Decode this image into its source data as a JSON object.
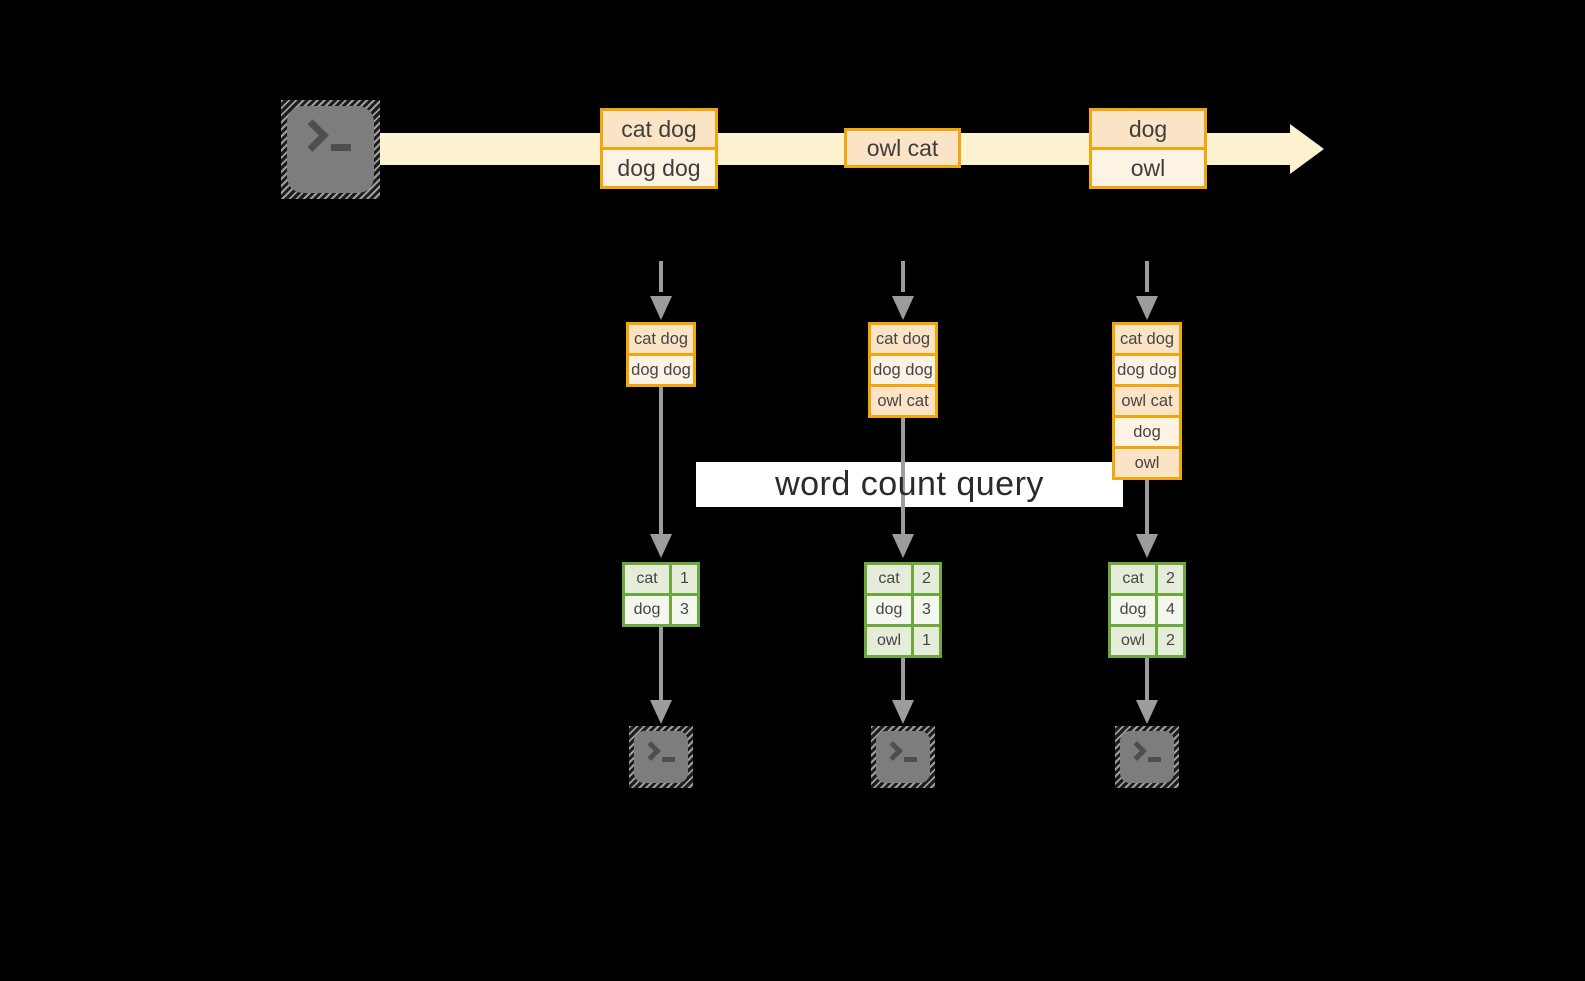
{
  "title": "word count query streaming diagram",
  "colors": {
    "background": "#000000",
    "stream_band": "#fcf2d0",
    "record_border": "#f2a60d",
    "record_fill_dark": "#fbe3c5",
    "record_fill_light": "#fdf3e5",
    "table_border": "#6ea73e",
    "table_fill_dark": "#e5edda",
    "table_fill_light": "#f3f7ed",
    "arrow_gray": "#9c9c9c",
    "terminal_gray": "#7d7d7d",
    "banner_bg": "#ffffff",
    "text": "#3e3e3e"
  },
  "icons": {
    "source": "terminal-prompt-icon",
    "outputs": "terminal-prompt-icon"
  },
  "stream": {
    "batches": [
      {
        "lines": [
          "cat dog",
          "dog dog"
        ]
      },
      {
        "lines": [
          "owl cat"
        ]
      },
      {
        "lines": [
          "dog",
          "owl"
        ]
      }
    ]
  },
  "query_label": "word count query",
  "columns": [
    {
      "buffer": [
        "cat dog",
        "dog dog"
      ],
      "counts": [
        [
          "cat",
          "1"
        ],
        [
          "dog",
          "3"
        ]
      ]
    },
    {
      "buffer": [
        "cat dog",
        "dog dog",
        "owl cat"
      ],
      "counts": [
        [
          "cat",
          "2"
        ],
        [
          "dog",
          "3"
        ],
        [
          "owl",
          "1"
        ]
      ]
    },
    {
      "buffer": [
        "cat dog",
        "dog dog",
        "owl cat",
        "dog",
        "owl"
      ],
      "counts": [
        [
          "cat",
          "2"
        ],
        [
          "dog",
          "4"
        ],
        [
          "owl",
          "2"
        ]
      ]
    }
  ]
}
